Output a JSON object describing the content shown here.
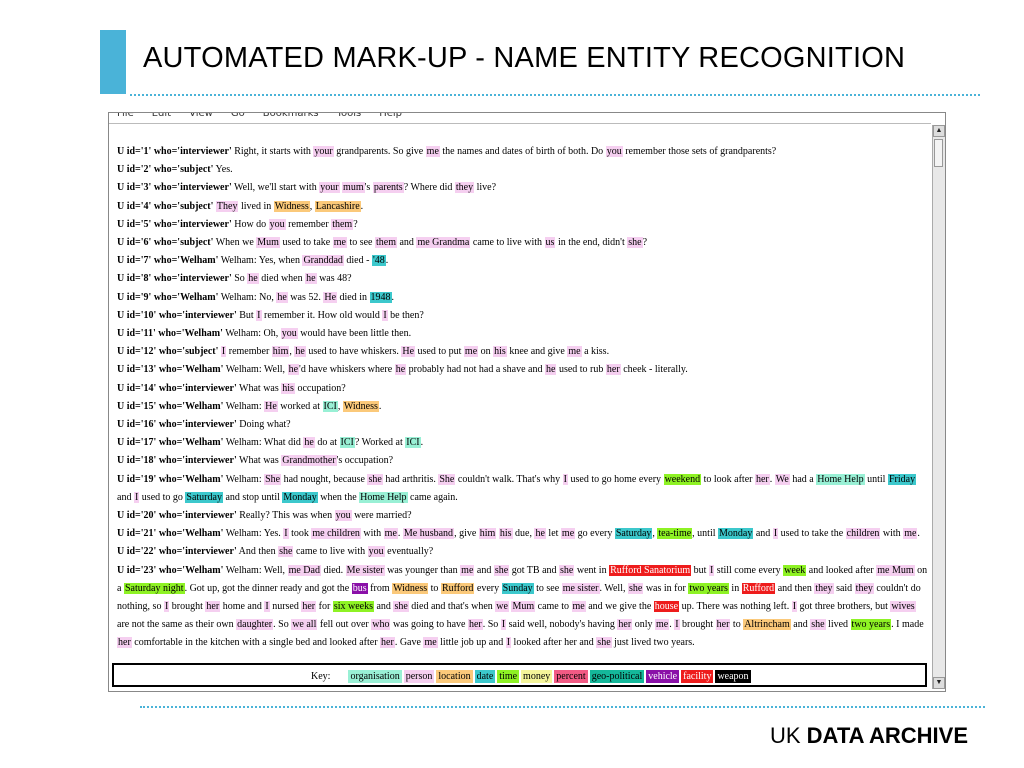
{
  "slide": {
    "title": "AUTOMATED MARK-UP - NAME ENTITY RECOGNITION",
    "footer_prefix": "UK ",
    "footer_strong": "DATA ARCHIVE"
  },
  "browser": {
    "menu": [
      "File",
      "Edit",
      "View",
      "Go",
      "Bookmarks",
      "Tools",
      "Help"
    ]
  },
  "utterances": [
    {
      "uid": "U id='1' who='interviewer'",
      "tokens": [
        [
          "Right, it starts with "
        ],
        [
          "your",
          "person"
        ],
        [
          " grandparents. So give "
        ],
        [
          "me",
          "person"
        ],
        [
          " the names and dates of birth of both. Do "
        ],
        [
          "you",
          "person"
        ],
        [
          " remember those sets of grandparents?"
        ]
      ]
    },
    {
      "uid": "U id='2' who='subject'",
      "tokens": [
        [
          "Yes."
        ]
      ]
    },
    {
      "uid": "U id='3' who='interviewer'",
      "tokens": [
        [
          "Well, we'll start with "
        ],
        [
          "your",
          "person"
        ],
        [
          " "
        ],
        [
          "mum",
          "person"
        ],
        [
          "'s "
        ],
        [
          "parents",
          "person"
        ],
        [
          "? Where did "
        ],
        [
          "they",
          "person"
        ],
        [
          " live?"
        ]
      ]
    },
    {
      "uid": "U id='4' who='subject'",
      "tokens": [
        [
          "They",
          "person"
        ],
        [
          " lived in "
        ],
        [
          "Widness",
          "loc"
        ],
        [
          ", "
        ],
        [
          "Lancashire",
          "loc"
        ],
        [
          "."
        ]
      ]
    },
    {
      "uid": "U id='5' who='interviewer'",
      "tokens": [
        [
          "How do "
        ],
        [
          "you",
          "person"
        ],
        [
          " remember "
        ],
        [
          "them",
          "person"
        ],
        [
          "?"
        ]
      ]
    },
    {
      "uid": "U id='6' who='subject'",
      "tokens": [
        [
          "When we "
        ],
        [
          "Mum",
          "person"
        ],
        [
          " used to take "
        ],
        [
          "me",
          "person"
        ],
        [
          " to see "
        ],
        [
          "them",
          "person"
        ],
        [
          " and "
        ],
        [
          "me Grandma",
          "person"
        ],
        [
          " came to live with "
        ],
        [
          "us",
          "person"
        ],
        [
          " in the end, didn't "
        ],
        [
          "she",
          "person"
        ],
        [
          "?"
        ]
      ]
    },
    {
      "uid": "U id='7' who='Welham'",
      "tokens": [
        [
          "Welham: Yes, when "
        ],
        [
          "Granddad",
          "person"
        ],
        [
          " died - "
        ],
        [
          "'48",
          "date"
        ],
        [
          "."
        ]
      ]
    },
    {
      "uid": "U id='8' who='interviewer'",
      "tokens": [
        [
          "So "
        ],
        [
          "he",
          "person"
        ],
        [
          " died when "
        ],
        [
          "he",
          "person"
        ],
        [
          " was 48?"
        ]
      ]
    },
    {
      "uid": "U id='9' who='Welham'",
      "tokens": [
        [
          "Welham: No, "
        ],
        [
          "he",
          "person"
        ],
        [
          " was 52. "
        ],
        [
          "He",
          "person"
        ],
        [
          " died in "
        ],
        [
          "1948",
          "date"
        ],
        [
          "."
        ]
      ]
    },
    {
      "uid": "U id='10' who='interviewer'",
      "tokens": [
        [
          "But "
        ],
        [
          "I",
          "person"
        ],
        [
          " remember it. How old would "
        ],
        [
          "I",
          "person"
        ],
        [
          " be then?"
        ]
      ]
    },
    {
      "uid": "U id='11' who='Welham'",
      "tokens": [
        [
          "Welham: Oh, "
        ],
        [
          "you",
          "person"
        ],
        [
          " would have been little then."
        ]
      ]
    },
    {
      "uid": "U id='12' who='subject'",
      "tokens": [
        [
          "I",
          "person"
        ],
        [
          " remember "
        ],
        [
          "him",
          "person"
        ],
        [
          ", "
        ],
        [
          "he",
          "person"
        ],
        [
          " used to have whiskers. "
        ],
        [
          "He",
          "person"
        ],
        [
          " used to put "
        ],
        [
          "me",
          "person"
        ],
        [
          " on "
        ],
        [
          "his",
          "person"
        ],
        [
          " knee and give "
        ],
        [
          "me",
          "person"
        ],
        [
          " a kiss."
        ]
      ]
    },
    {
      "uid": "U id='13' who='Welham'",
      "tokens": [
        [
          "Welham: Well, "
        ],
        [
          "he",
          "person"
        ],
        [
          "'d have whiskers where "
        ],
        [
          "he",
          "person"
        ],
        [
          " probably had not had a shave and "
        ],
        [
          "he",
          "person"
        ],
        [
          " used to rub "
        ],
        [
          "her",
          "person"
        ],
        [
          " cheek - literally."
        ]
      ]
    },
    {
      "uid": "U id='14' who='interviewer'",
      "tokens": [
        [
          "What was "
        ],
        [
          "his",
          "person"
        ],
        [
          " occupation?"
        ]
      ]
    },
    {
      "uid": "U id='15' who='Welham'",
      "tokens": [
        [
          "Welham: "
        ],
        [
          "He",
          "person"
        ],
        [
          " worked at "
        ],
        [
          "ICI",
          "org"
        ],
        [
          ", "
        ],
        [
          "Widness",
          "loc"
        ],
        [
          "."
        ]
      ]
    },
    {
      "uid": "U id='16' who='interviewer'",
      "tokens": [
        [
          "Doing what?"
        ]
      ]
    },
    {
      "uid": "U id='17' who='Welham'",
      "tokens": [
        [
          "Welham: What did "
        ],
        [
          "he",
          "person"
        ],
        [
          " do at "
        ],
        [
          "ICI",
          "org"
        ],
        [
          "? Worked at "
        ],
        [
          "ICI",
          "org"
        ],
        [
          "."
        ]
      ]
    },
    {
      "uid": "U id='18' who='interviewer'",
      "tokens": [
        [
          "What was "
        ],
        [
          "Grandmother",
          "person"
        ],
        [
          "'s occupation?"
        ]
      ]
    },
    {
      "uid": "U id='19' who='Welham'",
      "tokens": [
        [
          "Welham: "
        ],
        [
          "She",
          "person"
        ],
        [
          " had nought, because "
        ],
        [
          "she",
          "person"
        ],
        [
          " had arthritis. "
        ],
        [
          "She",
          "person"
        ],
        [
          " couldn't walk. That's why "
        ],
        [
          "I",
          "person"
        ],
        [
          " used to go home every "
        ],
        [
          "weekend",
          "time"
        ],
        [
          " to look after "
        ],
        [
          "her",
          "person"
        ],
        [
          ". "
        ],
        [
          "We",
          "person"
        ],
        [
          " had a "
        ],
        [
          "Home Help",
          "org"
        ],
        [
          " until "
        ],
        [
          "Friday",
          "date"
        ],
        [
          " and "
        ],
        [
          "I",
          "person"
        ],
        [
          " used to go "
        ],
        [
          "Saturday",
          "date"
        ],
        [
          " and stop until "
        ],
        [
          "Monday",
          "date"
        ],
        [
          " when the "
        ],
        [
          "Home Help",
          "org"
        ],
        [
          " came again."
        ]
      ]
    },
    {
      "uid": "U id='20' who='interviewer'",
      "tokens": [
        [
          "Really? This was when "
        ],
        [
          "you",
          "person"
        ],
        [
          " were married?"
        ]
      ]
    },
    {
      "uid": "U id='21' who='Welham'",
      "tokens": [
        [
          "Welham: Yes. "
        ],
        [
          "I",
          "person"
        ],
        [
          " took "
        ],
        [
          "me children",
          "person"
        ],
        [
          " with "
        ],
        [
          "me",
          "person"
        ],
        [
          ". "
        ],
        [
          "Me husband",
          "person"
        ],
        [
          ", give "
        ],
        [
          "him",
          "person"
        ],
        [
          " "
        ],
        [
          "his",
          "person"
        ],
        [
          " due, "
        ],
        [
          "he",
          "person"
        ],
        [
          " let "
        ],
        [
          "me",
          "person"
        ],
        [
          " go every "
        ],
        [
          "Saturday",
          "date"
        ],
        [
          ", "
        ],
        [
          "tea-time",
          "time"
        ],
        [
          ", until "
        ],
        [
          "Monday",
          "date"
        ],
        [
          " and "
        ],
        [
          "I",
          "person"
        ],
        [
          " used to take the "
        ],
        [
          "children",
          "person"
        ],
        [
          " with "
        ],
        [
          "me",
          "person"
        ],
        [
          "."
        ]
      ]
    },
    {
      "uid": "U id='22' who='interviewer'",
      "tokens": [
        [
          "And then "
        ],
        [
          "she",
          "person"
        ],
        [
          " came to live with "
        ],
        [
          "you",
          "person"
        ],
        [
          " eventually?"
        ]
      ]
    },
    {
      "uid": "U id='23' who='Welham'",
      "tokens": [
        [
          "Welham: Well, "
        ],
        [
          "me Dad",
          "person"
        ],
        [
          " died. "
        ],
        [
          "Me sister",
          "person"
        ],
        [
          " was younger than "
        ],
        [
          "me",
          "person"
        ],
        [
          " and "
        ],
        [
          "she",
          "person"
        ],
        [
          " got TB and "
        ],
        [
          "she",
          "person"
        ],
        [
          " went in "
        ],
        [
          "Rufford Sanatorium",
          "facility"
        ],
        [
          " but "
        ],
        [
          "I",
          "person"
        ],
        [
          " still come every "
        ],
        [
          "week",
          "time"
        ],
        [
          " and looked after "
        ],
        [
          "me Mum",
          "person"
        ],
        [
          " on a "
        ],
        [
          "Saturday night",
          "time"
        ],
        [
          ". Got up, got the dinner ready and got the "
        ],
        [
          "bus",
          "vehicle"
        ],
        [
          " from "
        ],
        [
          "Widness",
          "loc"
        ],
        [
          " to "
        ],
        [
          "Rufford",
          "loc"
        ],
        [
          " every "
        ],
        [
          "Sunday",
          "date"
        ],
        [
          " to see "
        ],
        [
          "me sister",
          "person"
        ],
        [
          ". Well, "
        ],
        [
          "she",
          "person"
        ],
        [
          " was in for "
        ],
        [
          "two years",
          "time"
        ],
        [
          " in "
        ],
        [
          "Rufford",
          "facility"
        ],
        [
          " and then "
        ],
        [
          "they",
          "person"
        ],
        [
          " said "
        ],
        [
          "they",
          "person"
        ],
        [
          " couldn't do nothing, so "
        ],
        [
          "I",
          "person"
        ],
        [
          " brought "
        ],
        [
          "her",
          "person"
        ],
        [
          " home and "
        ],
        [
          "I",
          "person"
        ],
        [
          " nursed "
        ],
        [
          "her",
          "person"
        ],
        [
          " for "
        ],
        [
          "six weeks",
          "time"
        ],
        [
          " and "
        ],
        [
          "she",
          "person"
        ],
        [
          " died and that's when "
        ],
        [
          "we",
          "person"
        ],
        [
          " "
        ],
        [
          "Mum",
          "person"
        ],
        [
          " came to "
        ],
        [
          "me",
          "person"
        ],
        [
          " and we give the "
        ],
        [
          "house",
          "facility"
        ],
        [
          " up. There was nothing left. "
        ],
        [
          "I",
          "person"
        ],
        [
          " got three brothers, but "
        ],
        [
          "wives",
          "person"
        ],
        [
          " are not the same as their own "
        ],
        [
          "daughter",
          "person"
        ],
        [
          ". So "
        ],
        [
          "we all",
          "person"
        ],
        [
          " fell out over "
        ],
        [
          "who",
          "person"
        ],
        [
          " was going to have "
        ],
        [
          "her",
          "person"
        ],
        [
          ". So "
        ],
        [
          "I",
          "person"
        ],
        [
          " said well, nobody's having "
        ],
        [
          "her",
          "person"
        ],
        [
          " only "
        ],
        [
          "me",
          "person"
        ],
        [
          ". "
        ],
        [
          "I",
          "person"
        ],
        [
          " brought "
        ],
        [
          "her",
          "person"
        ],
        [
          " to "
        ],
        [
          "Altrincham",
          "loc"
        ],
        [
          " and "
        ],
        [
          "she",
          "person"
        ],
        [
          " lived "
        ],
        [
          "two years",
          "time"
        ],
        [
          ". I made "
        ],
        [
          "her",
          "person"
        ],
        [
          " comfortable in the kitchen with a single bed and looked after "
        ],
        [
          "her",
          "person"
        ],
        [
          ". Gave "
        ],
        [
          "me",
          "person"
        ],
        [
          " little job up and "
        ],
        [
          "I",
          "person"
        ],
        [
          " looked after her and "
        ],
        [
          "she",
          "person"
        ],
        [
          " just lived two years."
        ]
      ]
    }
  ],
  "key": {
    "label": "Key:",
    "items": [
      {
        "label": "organisation",
        "cls": "org"
      },
      {
        "label": "person",
        "cls": "person"
      },
      {
        "label": "location",
        "cls": "loc"
      },
      {
        "label": "date",
        "cls": "date"
      },
      {
        "label": "time",
        "cls": "time"
      },
      {
        "label": "money",
        "cls": "money"
      },
      {
        "label": "percent",
        "cls": "percent"
      },
      {
        "label": "geo-political",
        "cls": "geo"
      },
      {
        "label": "vehicle",
        "cls": "vehicle"
      },
      {
        "label": "facility",
        "cls": "facility"
      },
      {
        "label": "weapon",
        "cls": "weapon"
      }
    ]
  },
  "colors": {
    "accent": "#4ab3d8",
    "organisation": "#99f0d5",
    "person": "#f5cff0",
    "location": "#fbc97a",
    "date": "#3cc8cc",
    "time": "#8ef224",
    "money": "#f5f59a",
    "percent": "#f25a84",
    "geo-political": "#14b89a",
    "vehicle": "#8a10a8",
    "facility": "#ee1c1c",
    "weapon": "#000000"
  }
}
